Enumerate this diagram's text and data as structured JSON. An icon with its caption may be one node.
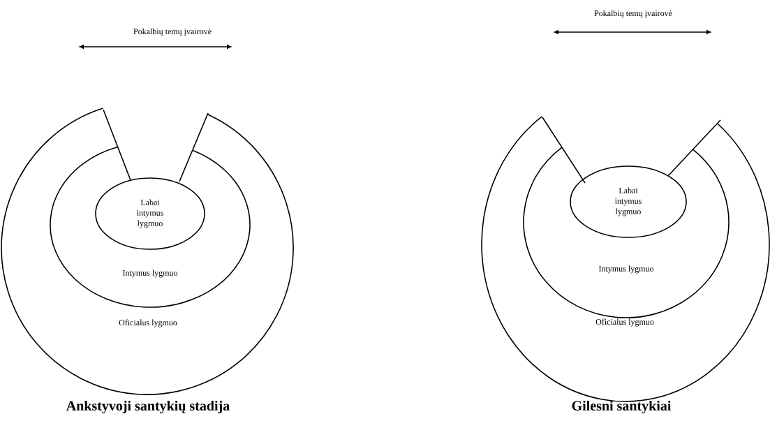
{
  "diagram": {
    "nodes": [
      {
        "text": [
          "Oficialus lygmuo"
        ]
      },
      {
        "text": [
          "Intymus lygmuo"
        ],
        "in": 0
      },
      {
        "text": [
          "Labai intymus lygmuo"
        ],
        "in": 1
      },
      {
        "text": [
          "Oficialus lygmuo"
        ]
      },
      {
        "text": [
          "Intymus lygmuo"
        ],
        "in": 3
      },
      {
        "text": [
          "Labai intymus lygmuo"
        ],
        "in": 4
      }
    ],
    "labels": [
      "Pokalbių temų įvairovė",
      "Pokalbių temų įvairovė",
      "Ankstyvoji santykių stadija",
      "Gilesni santykiai"
    ]
  }
}
